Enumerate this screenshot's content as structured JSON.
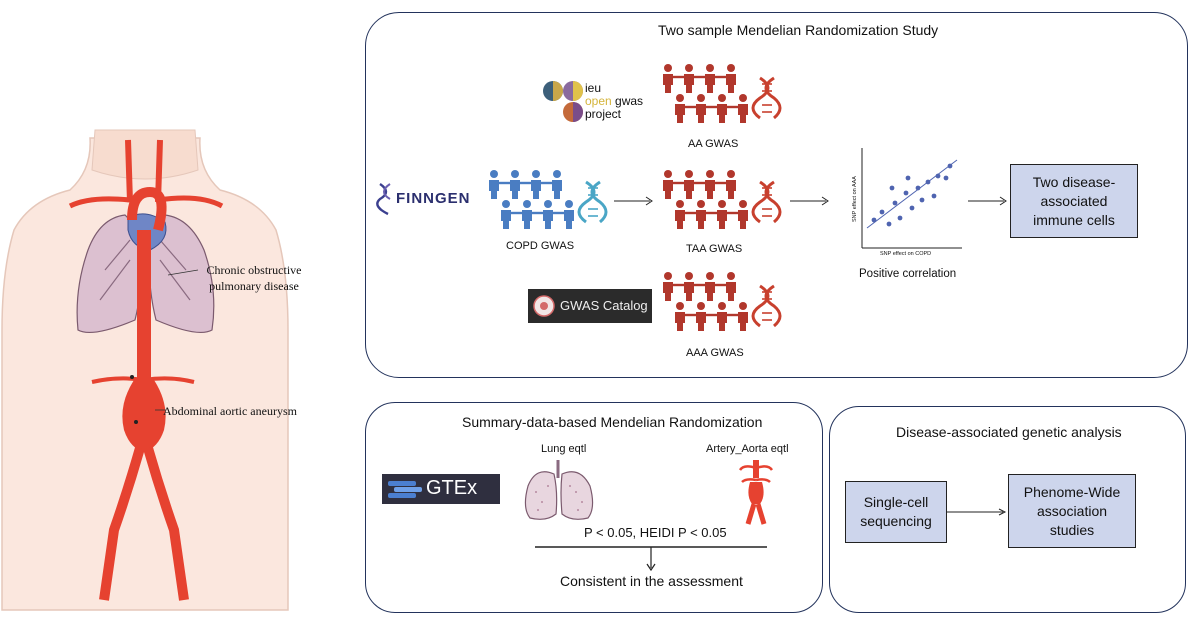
{
  "colors": {
    "panel_border": "#23335c",
    "box_fill": "#cdd5ec",
    "people_red": "#b1372c",
    "people_blue": "#4a7dc2",
    "dna_red": "#c8402e",
    "dna_blue": "#4aa6c6",
    "aorta_red": "#e64230",
    "lung_pink": "#d9b9c9",
    "scatter_point": "#4f64b0"
  },
  "anatomy": {
    "label_copd": "Chronic obstructive pulmonary disease",
    "label_aaa": "Abdominal aortic aneurysm"
  },
  "mr_panel": {
    "title": "Two sample Mendelian Randomization Study",
    "ieu_logo": {
      "line1": "ieu",
      "line2_a": "open",
      "line2_b": "gwas",
      "line3": "project"
    },
    "finngen_logo": "FINNGEN",
    "gwas_catalog_logo": "GWAS Catalog",
    "aa_label": "AA GWAS",
    "copd_label": "COPD GWAS",
    "taa_label": "TAA GWAS",
    "aaa_label": "AAA GWAS",
    "scatter_ylabel": "SNP effect on AAA",
    "scatter_xlabel": "SNP effect on COPD",
    "scatter_caption": "Positive correlation",
    "result_line1": "Two disease-",
    "result_line2": "associated",
    "result_line3": "immune cells"
  },
  "smr_panel": {
    "title": "Summary-data-based Mendelian Randomization",
    "gtex_logo": "GTEx",
    "lung_label": "Lung eqtl",
    "aorta_label": "Artery_Aorta eqtl",
    "threshold": "P < 0.05, HEIDI P < 0.05",
    "result": "Consistent in the assessment"
  },
  "genetic_panel": {
    "title": "Disease-associated genetic analysis",
    "box1_line1": "Single-cell",
    "box1_line2": "sequencing",
    "box2_line1": "Phenome-Wide",
    "box2_line2": "association",
    "box2_line3": "studies"
  },
  "chart_data": {
    "type": "scatter",
    "xlabel": "SNP effect on COPD",
    "ylabel": "SNP effect on AAA",
    "points": [
      [
        0.12,
        0.28
      ],
      [
        0.2,
        0.36
      ],
      [
        0.27,
        0.24
      ],
      [
        0.33,
        0.45
      ],
      [
        0.38,
        0.3
      ],
      [
        0.44,
        0.55
      ],
      [
        0.5,
        0.4
      ],
      [
        0.56,
        0.6
      ],
      [
        0.6,
        0.48
      ],
      [
        0.66,
        0.66
      ],
      [
        0.72,
        0.52
      ],
      [
        0.76,
        0.72
      ],
      [
        0.84,
        0.7
      ],
      [
        0.88,
        0.82
      ],
      [
        0.46,
        0.7
      ],
      [
        0.3,
        0.6
      ]
    ],
    "xlim": [
      0,
      1
    ],
    "ylim": [
      0,
      1
    ],
    "trend": [
      [
        0.05,
        0.2
      ],
      [
        0.95,
        0.88
      ]
    ]
  }
}
